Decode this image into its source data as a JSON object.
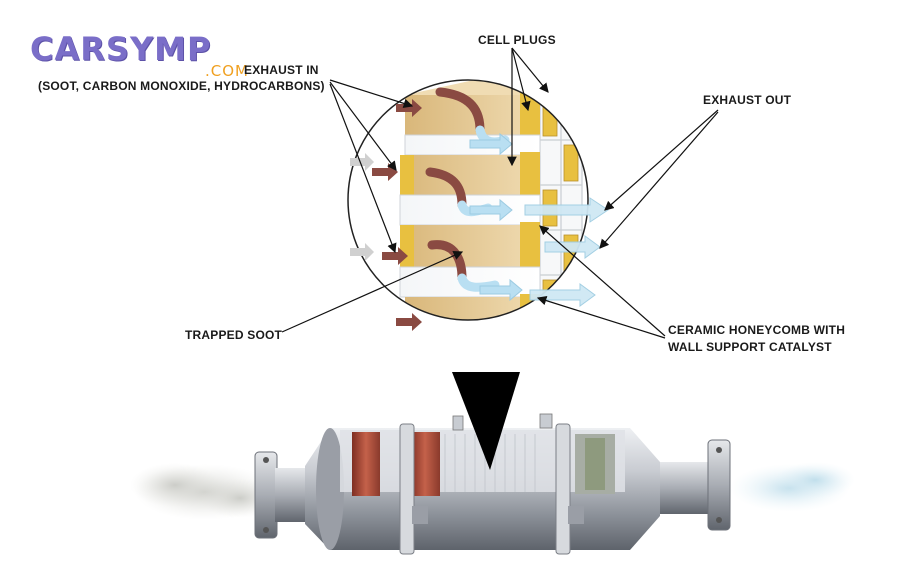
{
  "logo": {
    "brand": "CARSYMP",
    "suffix": ".COM"
  },
  "labels": {
    "exhaust_in": "EXHAUST IN",
    "exhaust_in_detail": "(SOOT, CARBON MONOXIDE, HYDROCARBONS)",
    "cell_plugs": "CELL PLUGS",
    "exhaust_out": "EXHAUST OUT",
    "trapped_soot": "TRAPPED SOOT",
    "ceramic_line1": "CERAMIC HONEYCOMB WITH",
    "ceramic_line2": "WALL SUPPORT CATALYST"
  },
  "colors": {
    "logo": "#7a6ec8",
    "logo_suffix": "#f0a020",
    "cell_wall": "#e3c794",
    "cell_plug": "#e8c040",
    "inlet_arrow": "#8a4a42",
    "flow_arrow": "#b9dff2",
    "housing": "#b8bcc4",
    "inner_red": "#b2503c"
  }
}
